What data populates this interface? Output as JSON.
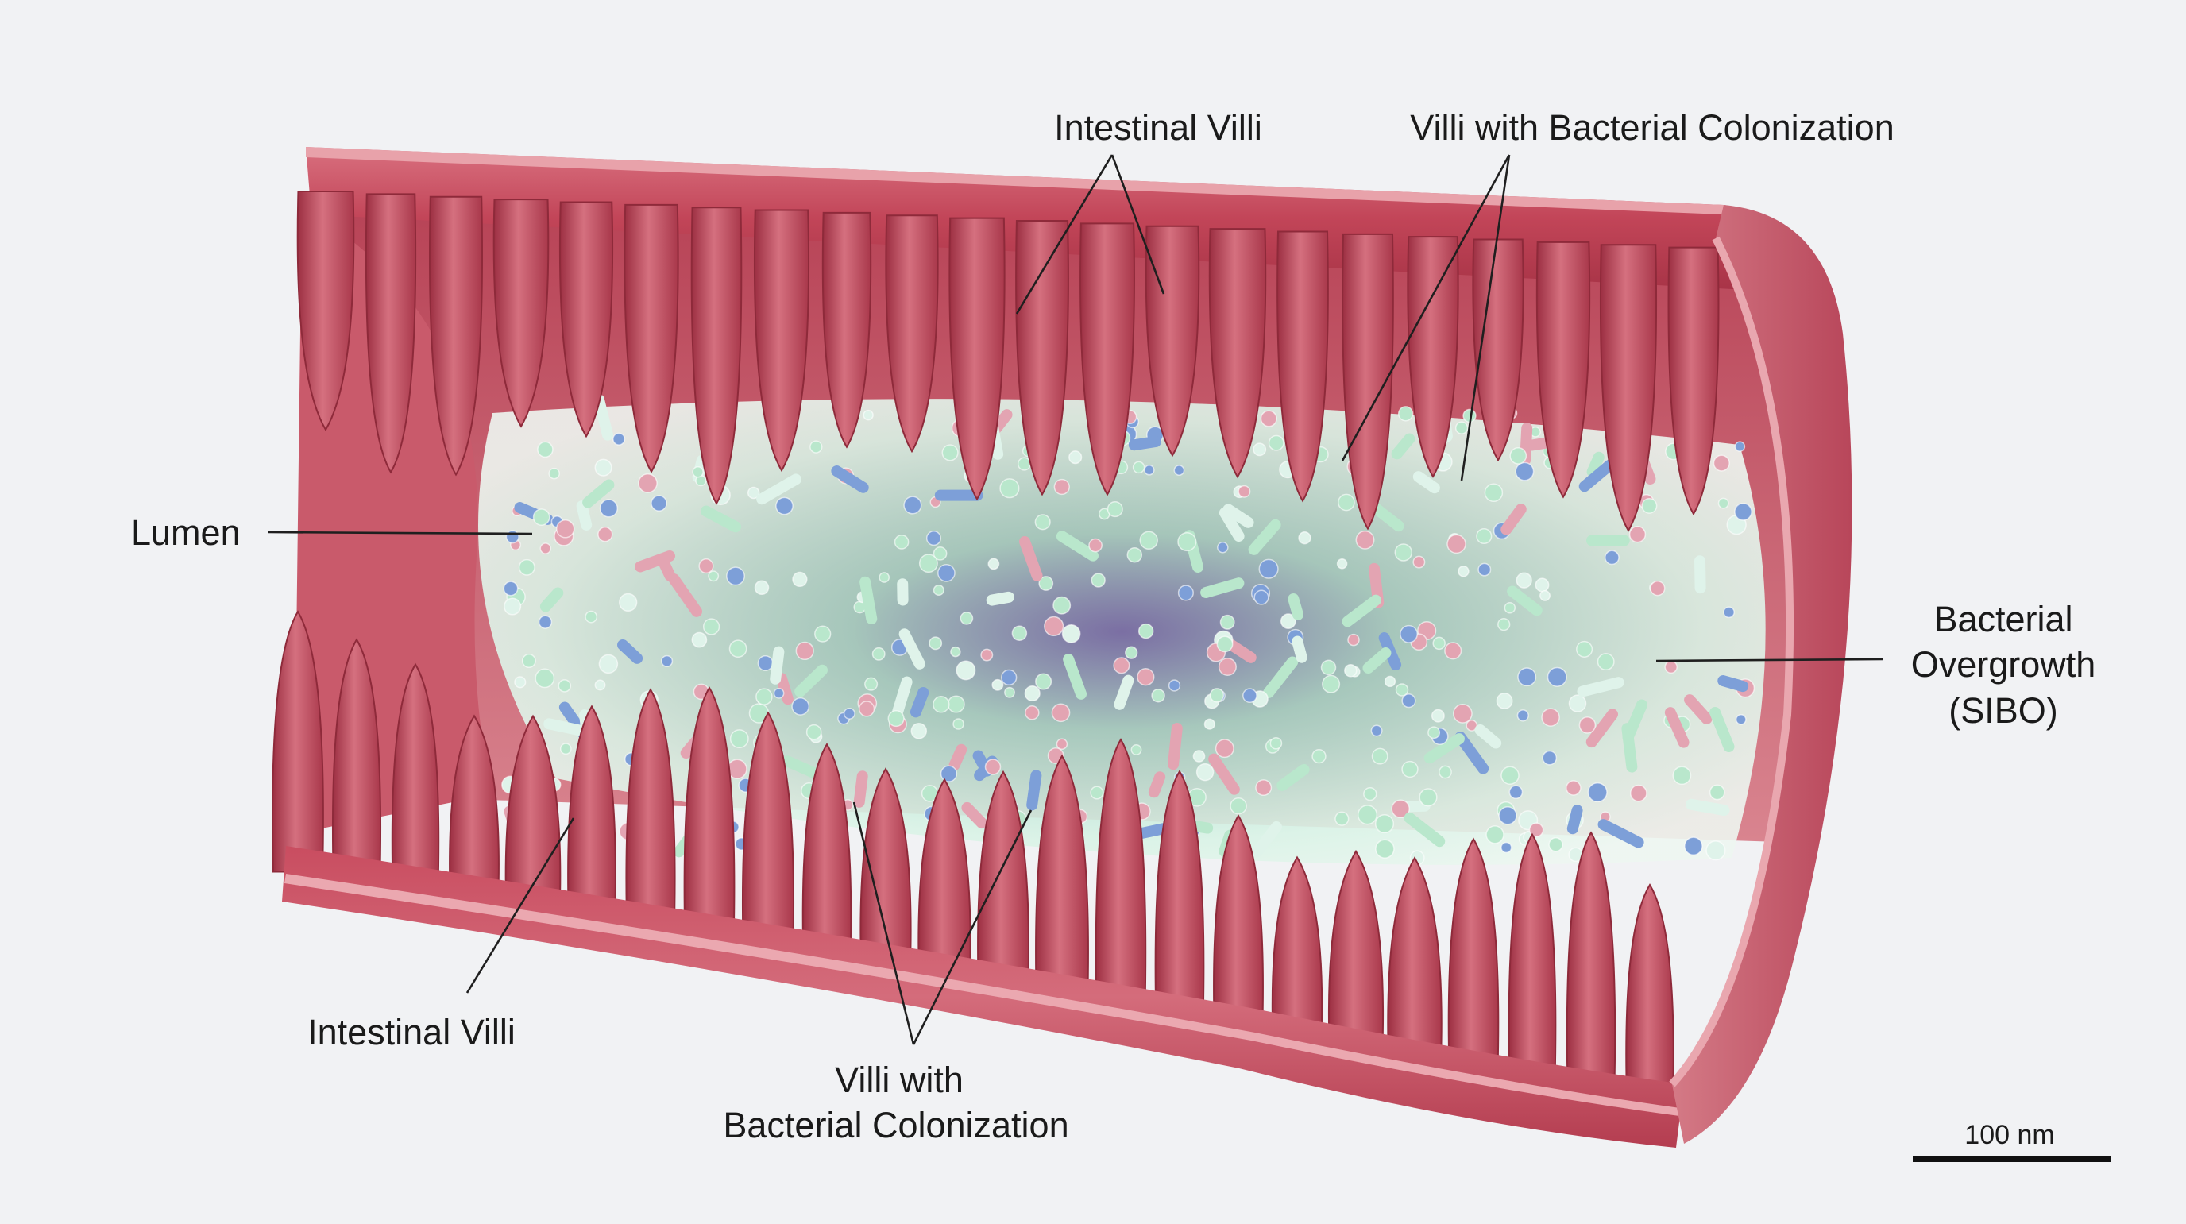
{
  "labels": {
    "intestinal_villi_top": "Intestinal Villi",
    "villi_colonization_top": "Villi with Bacterial Colonization",
    "lumen": "Lumen",
    "sibo_line1": "Bacterial",
    "sibo_line2": "Overgrowth",
    "sibo_line3": "(SIBO)",
    "intestinal_villi_bottom": "Intestinal Villi",
    "villi_colonization_bottom_line1": "Villi with",
    "villi_colonization_bottom_line2": "Bacterial Colonization"
  },
  "scale_bar": {
    "label": "100 nm"
  },
  "colors": {
    "tissue": "#c44a5c",
    "tissue_dark": "#8e2a3a",
    "tissue_light": "#df8591",
    "lumen_glow": "#d6f2e4",
    "bacteria_green": "#b9e7cc",
    "bacteria_blue": "#7d9fd8",
    "bacteria_pink": "#e3a4b2"
  }
}
